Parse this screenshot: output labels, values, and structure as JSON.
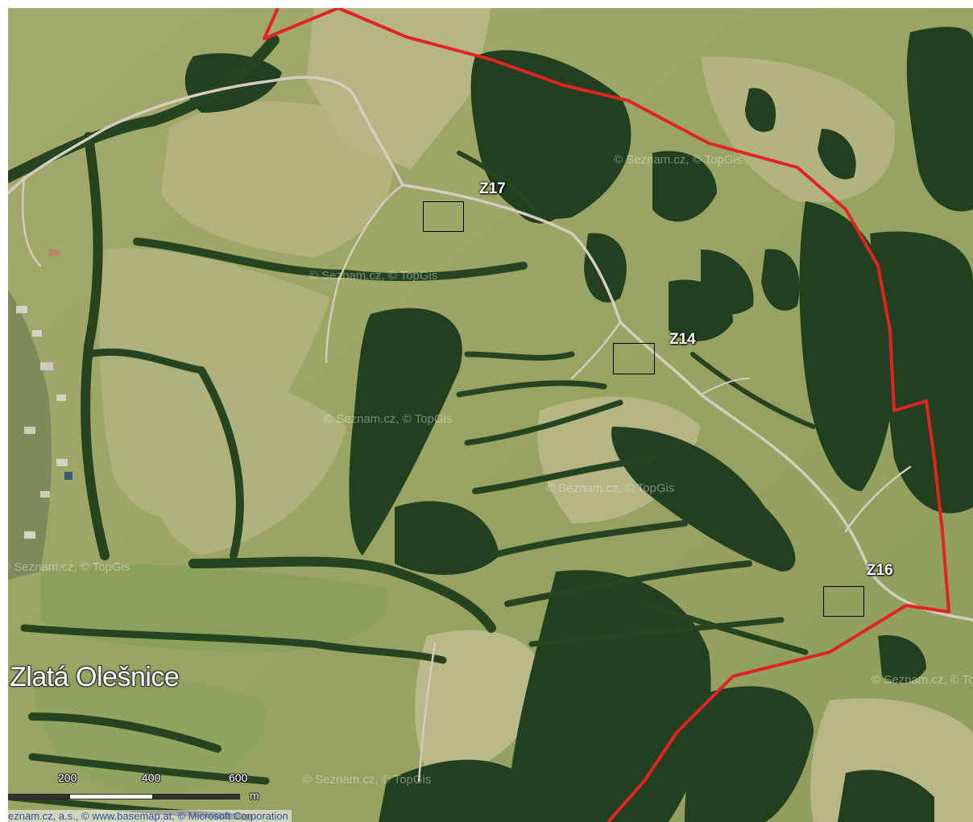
{
  "map": {
    "town_label": "Zlatá Olešnice",
    "markers": [
      {
        "id": "z17",
        "label": "Z17"
      },
      {
        "id": "z14",
        "label": "Z14"
      },
      {
        "id": "z16",
        "label": "Z16"
      }
    ],
    "watermarks": [
      "© Seznam.cz, © TopGis",
      "© Seznam.cz, © TopGis",
      "© Seznam.cz, © TopGis",
      "© Seznam.cz, © TopGis",
      "© Seznam.cz, © TopGis",
      "© Seznam.cz, © TopGis",
      "© Seznam.cz, © TopGis"
    ],
    "scale": {
      "ticks": [
        "200",
        "400",
        "600"
      ],
      "unit": "m"
    },
    "attribution": "eznam.cz, a.s., © www.basemap.at, © Microsoft Corporation",
    "colors": {
      "boundary": "#e02424",
      "meadow": "#9aa566",
      "forest": "#1f3a1c",
      "road": "#cfc7b6"
    }
  }
}
